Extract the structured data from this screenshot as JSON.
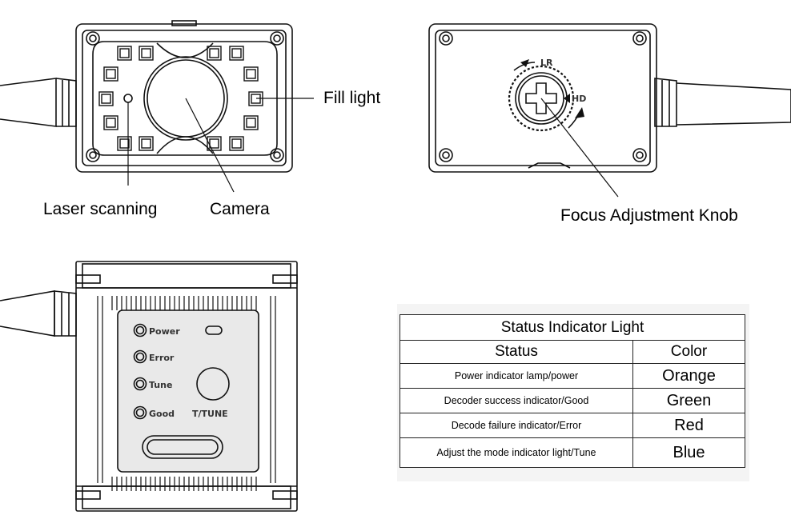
{
  "front_view": {
    "labels": {
      "fill_light": "Fill light",
      "laser_scanning": "Laser scanning",
      "camera": "Camera"
    }
  },
  "back_view": {
    "labels": {
      "focus_knob": "Focus Adjustment Knob",
      "knob_marks": {
        "lr": "LR",
        "hd": "HD"
      }
    }
  },
  "top_view": {
    "indicators": [
      "Power",
      "Error",
      "Tune",
      "Good"
    ],
    "button_label": "T/TUNE"
  },
  "status_table": {
    "title": "Status Indicator Light",
    "headers": {
      "status": "Status",
      "color": "Color"
    },
    "rows": [
      {
        "status": "Power indicator lamp/power",
        "color": "Orange"
      },
      {
        "status": "Decoder success indicator/Good",
        "color": "Green"
      },
      {
        "status": "Decode failure indicator/Error",
        "color": "Red"
      },
      {
        "status": "Adjust the mode indicator light/Tune",
        "color": "Blue"
      }
    ]
  }
}
